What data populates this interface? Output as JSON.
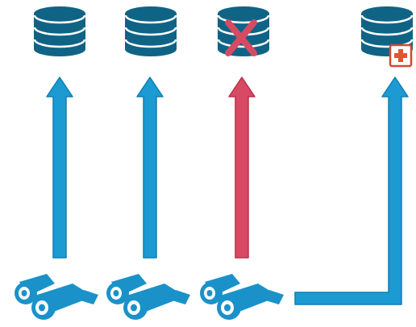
{
  "diagram": {
    "colors": {
      "database": "#0F6486",
      "database_lines": "#FFFFFF",
      "arrow_ok": "#1B9BD1",
      "arrow_ok_outline": "#0E7FB5",
      "arrow_failed": "#D84A63",
      "arrow_failed_outline": "#B8304A",
      "binoculars": "#1A92C9",
      "binoculars_lens": "#FFFFFF",
      "fail_mark": "#D74B62",
      "add_badge_fill": "#FFFFFF",
      "add_badge_border": "#D3482E",
      "add_badge_cross": "#E4532F"
    },
    "nodes": [
      {
        "database_icon": "database-icon",
        "client_icon": "binoculars-icon",
        "link": "arrow-up",
        "status": "ok"
      },
      {
        "database_icon": "database-icon",
        "client_icon": "binoculars-icon",
        "link": "arrow-up",
        "status": "ok"
      },
      {
        "database_icon": "database-icon",
        "client_icon": "binoculars-icon",
        "link": "arrow-up",
        "status": "failed",
        "overlay_icon": "x-mark-icon"
      },
      {
        "database_icon": "database-icon",
        "client_icon": "none",
        "link": "elbow-arrow-from-client-3",
        "status": "new",
        "overlay_icon": "plus-badge-icon"
      }
    ]
  }
}
